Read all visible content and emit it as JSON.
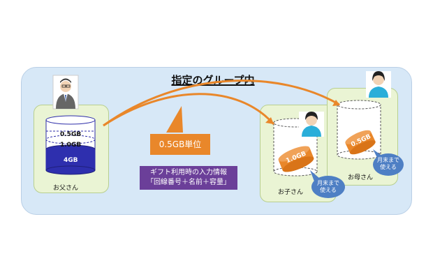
{
  "title": "指定のグループ内",
  "father": {
    "label": "お父さん",
    "seg1": "0.5GB",
    "seg2": "1.0GB",
    "seg3": "4GB"
  },
  "child": {
    "label": "お子さん",
    "gift": "1.0GB",
    "bubble": "月末まで\n使える"
  },
  "mother": {
    "label": "お母さん",
    "gift": "0.5GB",
    "bubble": "月末まで\n使える"
  },
  "unit_box": "0.5GB単位",
  "info_box": {
    "line1": "ギフト利用時の入力情報",
    "line2": "「回線番号＋名前＋容量」"
  },
  "colors": {
    "frame": "#d7e8f7",
    "panel": "#eaf4d4",
    "orange": "#e9872a",
    "purple": "#6b3f99",
    "blue": "#4e7fc4"
  }
}
